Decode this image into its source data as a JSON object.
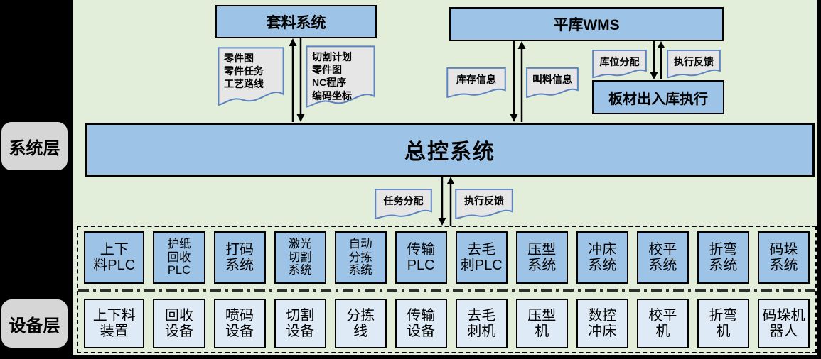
{
  "colors": {
    "panel_bg": "#E2EDDA",
    "canvas_bg": "#000000",
    "system_box_blue": "#9DC3E6",
    "device_box_blue": "#DEEBF7",
    "document_fill": "#E7E6E6",
    "document_border": "#5B84C0",
    "layer_label_gray": "#D6D6D6",
    "arrow_color": "#000000"
  },
  "layer_labels": {
    "system": "系统层",
    "device": "设备层"
  },
  "systems": {
    "nesting": "套料系统",
    "wms": "平库WMS",
    "master": "总控系统",
    "board_io": "板材出入库执行"
  },
  "documents": {
    "nesting_to_master": "零件图\n零件任务\n工艺路线",
    "master_to_nesting": "切割计划\n零件图\nNC程序\n编码坐标",
    "inventory_info": "库存信息",
    "call_info": "叫料信息",
    "slot_assignment": "库位分配",
    "wms_exec_feedback": "执行反馈",
    "task_assignment": "任务分配",
    "exec_feedback": "执行反馈"
  },
  "plc_row": [
    "上下\n料PLC",
    "护纸\n回收\nPLC",
    "打码\n系统",
    "激光\n切割\n系统",
    "自动\n分拣\n系统",
    "传输\nPLC",
    "去毛\n刺PLC",
    "压型\n系统",
    "冲床\n系统",
    "校平\n系统",
    "折弯\n系统",
    "码垛\n系统"
  ],
  "device_row": [
    "上下料\n装置",
    "回收\n设备",
    "喷码\n设备",
    "切割\n设备",
    "分拣\n线",
    "传输\n设备",
    "去毛\n刺机",
    "压型\n机",
    "数控\n冲床",
    "校平\n机",
    "折弯\n机",
    "码垛机\n器人"
  ]
}
